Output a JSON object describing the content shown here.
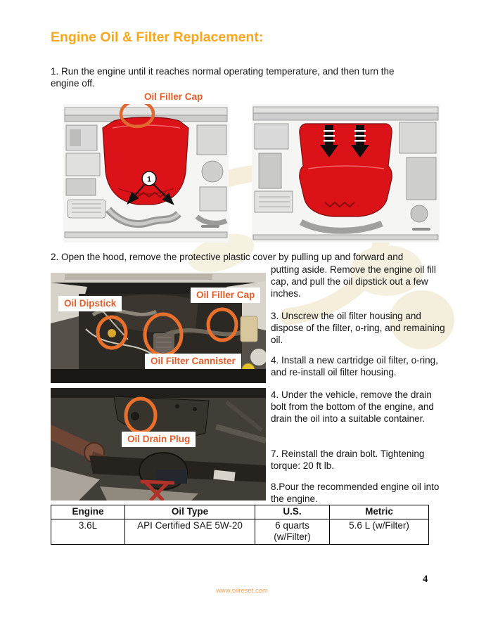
{
  "page": {
    "title": "Engine Oil & Filter Replacement:",
    "footer": {
      "url": "www.oilreset.com",
      "page_number": "4"
    }
  },
  "steps": {
    "s1": "1. Run the engine until it reaches normal operating temperature, and then turn the engine off.",
    "s2_intro": "2. Open the hood, remove the protective plastic cover by pulling up and forward and",
    "s2_cont": "putting aside.  Remove the engine oil fill cap, and pull the oil dipstick out a few inches.",
    "s3": "3. Unscrew the oil filter housing and dispose of the filter, o-ring, and remaining oil.",
    "s4_filter": "4. Install a new cartridge oil filter, o-ring, and re-install oil filter housing.",
    "s4_drain": "4. Under the vehicle, remove the drain bolt from the bottom of the engine, and drain the oil into a suitable container.",
    "s7": "7. Reinstall the drain bolt. Tightening torque: 20 ft lb.",
    "s8": "8.Pour the recommended engine oil into the engine."
  },
  "figures": {
    "engine_cover_diagram": {
      "label": "Oil Filler Cap",
      "callout_number": "1"
    },
    "engine_bay_photo": {
      "labels": {
        "dipstick": "Oil Dipstick",
        "filler_cap": "Oil Filler Cap",
        "filter_cannister": "Oil Filter Cannister"
      }
    },
    "under_vehicle_photo": {
      "label": "Oil Drain Plug"
    }
  },
  "capacity_table": {
    "headers": [
      "Engine",
      "Oil Type",
      "U.S.",
      "Metric"
    ],
    "rows": [
      [
        "3.6L",
        "API Certified SAE 5W-20",
        "6 quarts\n(w/Filter)",
        "5.6 L (w/Filter)"
      ]
    ]
  },
  "colors": {
    "heading_amber": "#f9a81d",
    "label_orange": "#e35d2b",
    "highlight_circle_orange": "#e8702c",
    "engine_cover_red": "#db1318",
    "footer_link_orange": "#f0a25c"
  }
}
